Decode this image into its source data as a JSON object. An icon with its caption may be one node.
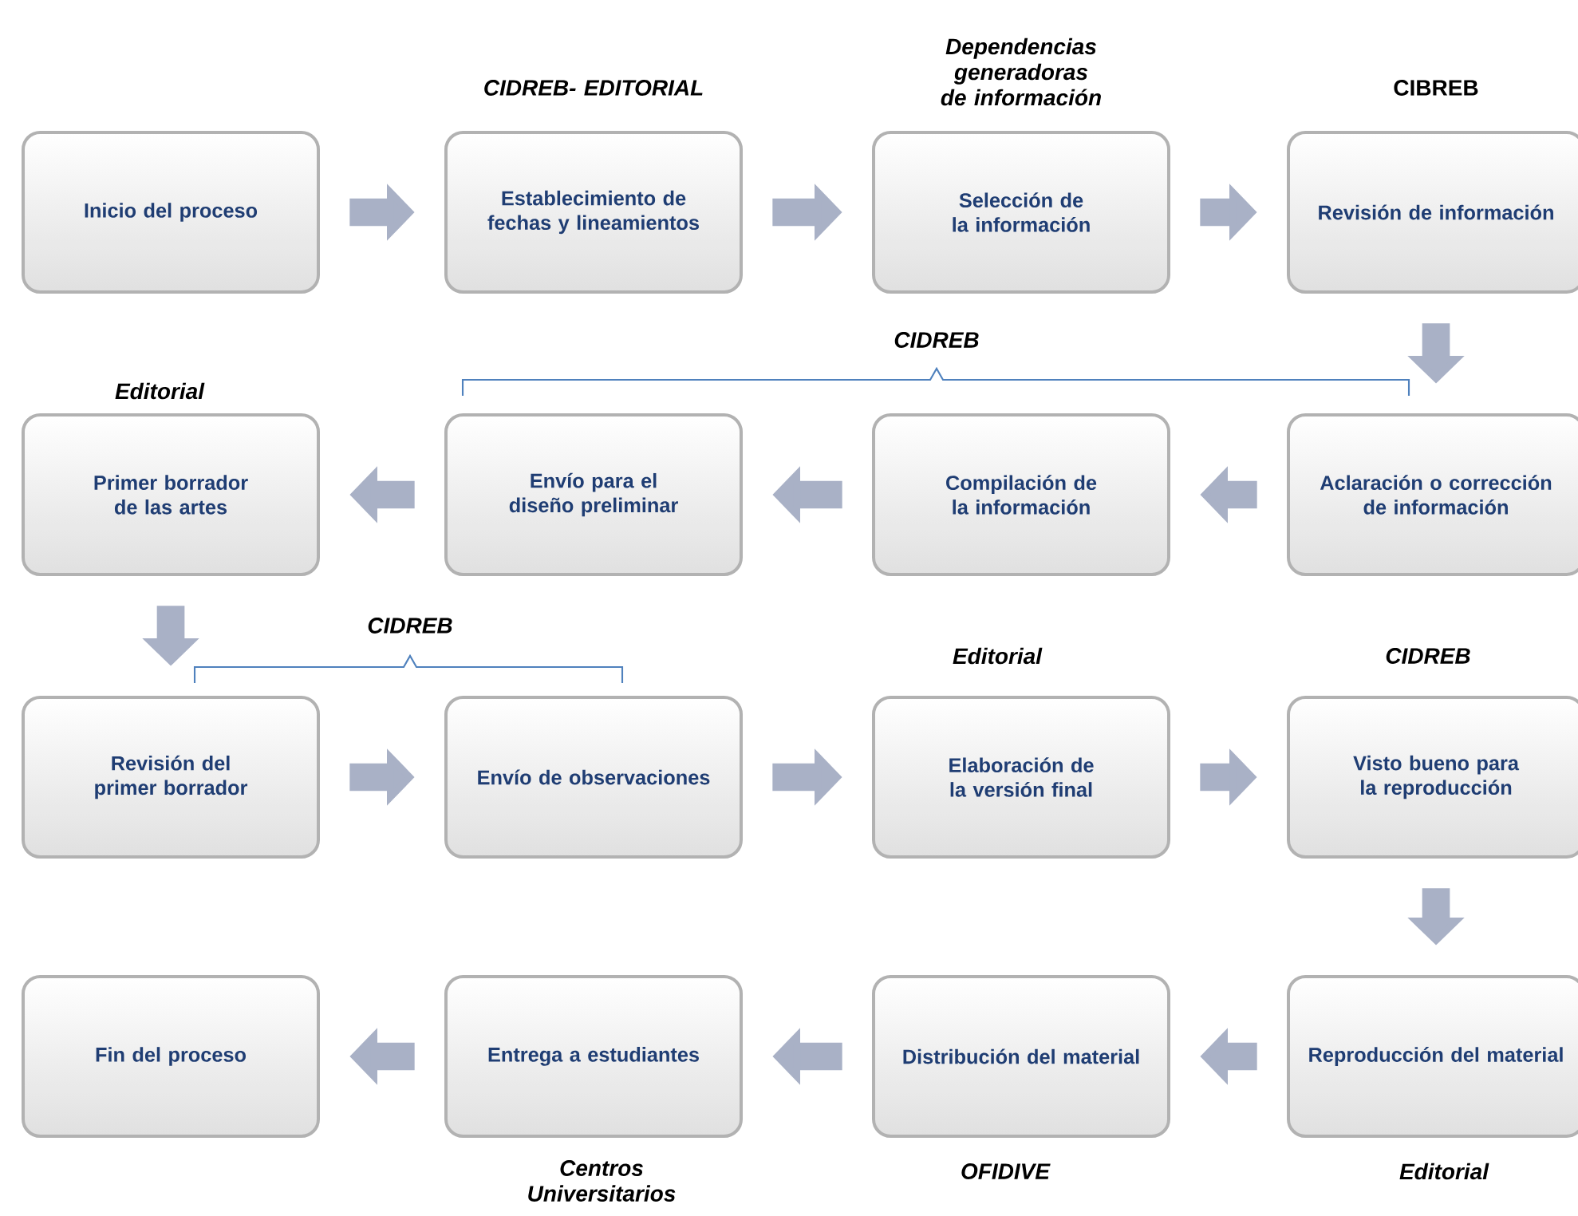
{
  "diagram": {
    "nodes": [
      {
        "text": [
          "Inicio del proceso"
        ]
      },
      {
        "text": [
          "Establecimiento de fechas y lineamientos"
        ],
        "beside": [
          "CIDREB- EDITORIAL"
        ]
      },
      {
        "text": [
          "Selección de la información"
        ],
        "beside": [
          "Dependencias generadoras de información"
        ]
      },
      {
        "text": [
          "Revisión de información"
        ],
        "beside": [
          "CIBREB"
        ]
      },
      {
        "text": [
          "Primer borrador de las artes"
        ],
        "beside": [
          "Editorial"
        ]
      },
      {
        "text": [
          "Envío para el diseño preliminar"
        ]
      },
      {
        "text": [
          "Compilación de la información"
        ]
      },
      {
        "text": [
          "Aclaración o corrección de información"
        ]
      },
      {
        "text": [
          "Revisión del primer borrador"
        ]
      },
      {
        "text": [
          "Envío de observaciones"
        ]
      },
      {
        "text": [
          "Elaboración de la versión final"
        ],
        "beside": [
          "Editorial"
        ]
      },
      {
        "text": [
          "Visto bueno para la reproducción"
        ],
        "beside": [
          "CIDREB"
        ]
      },
      {
        "text": [
          "Fin del proceso"
        ]
      },
      {
        "text": [
          "Entrega a estudiantes"
        ],
        "beside": [
          "Centros Universitarios"
        ]
      },
      {
        "text": [
          "Distribución del material"
        ],
        "beside": [
          "OFIDIVE"
        ]
      },
      {
        "text": [
          "Reproducción del material"
        ],
        "beside": [
          "Editorial"
        ]
      }
    ],
    "edges": [
      {
        "from": 0,
        "to": 1,
        "arrow": "to"
      },
      {
        "from": 1,
        "to": 2,
        "arrow": "to"
      },
      {
        "from": 2,
        "to": 3,
        "arrow": "to"
      },
      {
        "from": 3,
        "to": 7,
        "arrow": "to"
      },
      {
        "from": 7,
        "to": 6,
        "arrow": "to"
      },
      {
        "from": 6,
        "to": 5,
        "arrow": "to"
      },
      {
        "from": 5,
        "to": 4,
        "arrow": "to"
      },
      {
        "from": 4,
        "to": 8,
        "arrow": "to"
      },
      {
        "from": 8,
        "to": 9,
        "arrow": "to"
      },
      {
        "from": 9,
        "to": 10,
        "arrow": "to"
      },
      {
        "from": 10,
        "to": 11,
        "arrow": "to"
      },
      {
        "from": 11,
        "to": 15,
        "arrow": "to"
      },
      {
        "from": 15,
        "to": 14,
        "arrow": "to"
      },
      {
        "from": 14,
        "to": 13,
        "arrow": "to"
      },
      {
        "from": 13,
        "to": 12,
        "arrow": "to"
      }
    ],
    "labels": [
      "CIDREB",
      "CIDREB"
    ]
  }
}
